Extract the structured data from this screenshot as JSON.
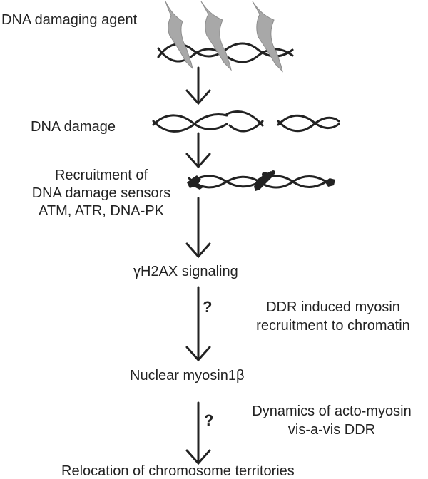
{
  "labels": {
    "agent": "DNA damaging agent",
    "damage": "DNA damage",
    "recruit1": "Recruitment of",
    "recruit2": "DNA damage sensors",
    "recruit3": "ATM, ATR, DNA-PK",
    "gamma": "γH2AX signaling",
    "ddr1": "DDR induced myosin",
    "ddr2": "recruitment to chromatin",
    "myosin": "Nuclear myosin1β",
    "dyn1": "Dynamics of acto-myosin",
    "dyn2": "vis-a-vis DDR",
    "reloc": "Relocation of chromosome territories"
  },
  "question_mark": "?",
  "colors": {
    "stroke": "#222222",
    "arrowhead_gray": "#a8a8a8"
  }
}
